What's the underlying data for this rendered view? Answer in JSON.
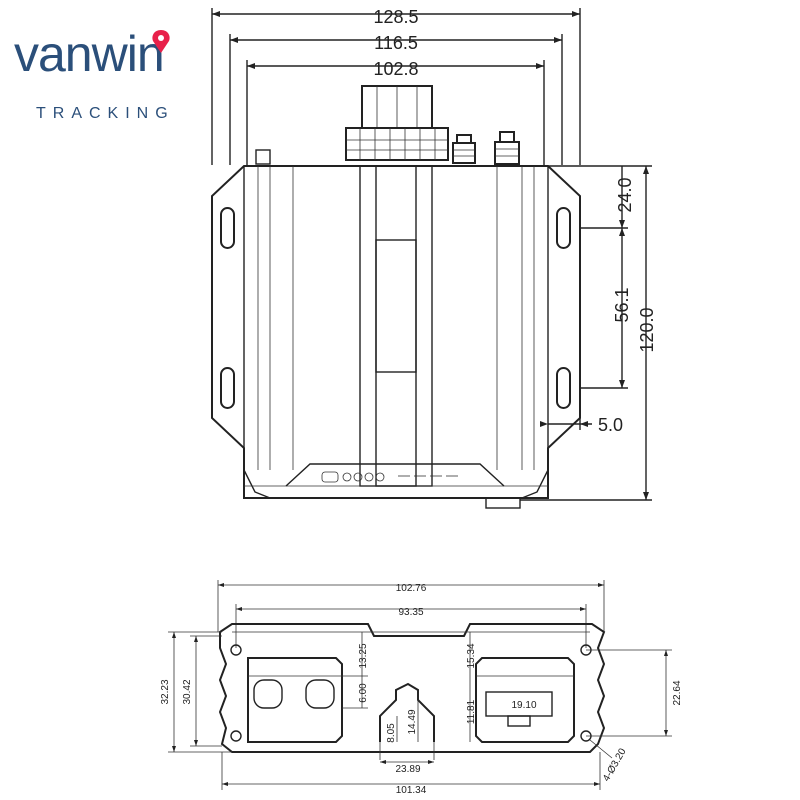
{
  "logo": {
    "brand": "vanwin",
    "tagline": "TRACKING",
    "accent_color": "#e8214a",
    "brand_color": "#2b4f7a",
    "icon": "location-pin-icon"
  },
  "top_view": {
    "width_overall": "128.5",
    "width_mid": "116.5",
    "width_inner": "102.8",
    "height_overall": "120.0",
    "slot_spacing": "56.1",
    "top_offset": "24.0",
    "flange_offset": "5.0"
  },
  "bottom_view": {
    "width_top": "102.76",
    "width_inner": "93.35",
    "height_total": "32.23",
    "height_inner": "30.42",
    "height_left_upper": "13.25",
    "height_left_hole": "6.00",
    "notch_height": "14.49",
    "notch_depth": "8.05",
    "notch_width": "23.89",
    "height_right_upper": "15.34",
    "height_right_lower": "11.81",
    "port_width": "19.10",
    "height_right_overall": "22.64",
    "hole_spec": "4-Ø3.20",
    "width_bottom": "101.34"
  }
}
